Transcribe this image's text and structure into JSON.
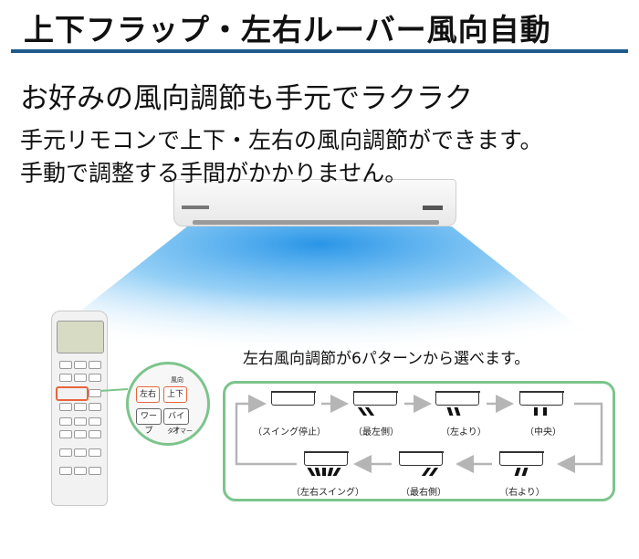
{
  "title": "上下フラップ・左右ルーバー風向自動",
  "headline": "お好みの風向調節も手元でラクラク",
  "description": [
    "手元リモコンで上下・左右の風向調節ができます。",
    "手動で調整する手間がかかりません。"
  ],
  "remote_zoom": {
    "buttons": [
      "左右",
      "上下",
      "ワープ",
      "バイオ"
    ],
    "small_labels": [
      "風向",
      "タイマー"
    ]
  },
  "patterns": {
    "title": "左右風向調節が6パターンから選べます。",
    "items": [
      {
        "label": "（スイング停止）"
      },
      {
        "label": "（最左側）"
      },
      {
        "label": "（左より）"
      },
      {
        "label": "（中央）"
      },
      {
        "label": "（右より）"
      },
      {
        "label": "（最右側）"
      },
      {
        "label": "（左右スイング）"
      }
    ]
  },
  "colors": {
    "title_rule": "#1f5a8c",
    "airflow": "#1e90e6",
    "zoom_ring": "#7cc48c",
    "pattern_frame": "#7cc48c",
    "arrow": "#b5b5b5",
    "remote_highlight": "#e8643c"
  }
}
